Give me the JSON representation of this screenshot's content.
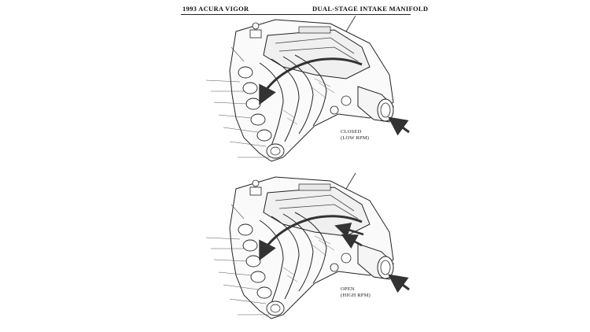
{
  "header": {
    "left_title": "1993 ACURA VIGOR",
    "right_title": "DUAL-STAGE INTAKE MANIFOLD"
  },
  "figures": [
    {
      "state_label": "CLOSED",
      "rpm_label": "(LOW RPM)"
    },
    {
      "state_label": "OPEN",
      "rpm_label": "(HIGH RPM)"
    }
  ],
  "colors": {
    "ink": "#222222",
    "paper": "#ffffff",
    "flow_arrow": "#333333"
  },
  "icons": [
    "intake-airflow-arrow-icon",
    "flow-path-arrow-icon"
  ]
}
